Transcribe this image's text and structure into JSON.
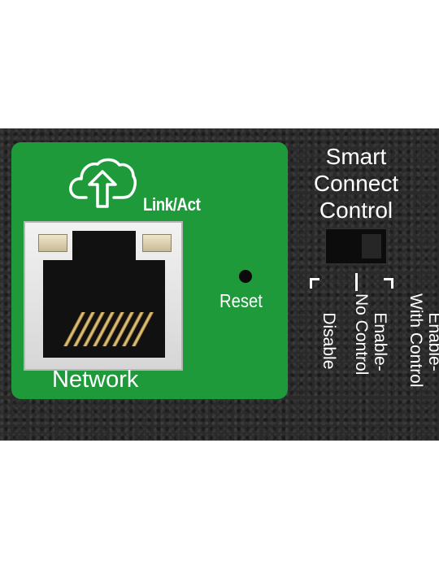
{
  "panel": {
    "network_port": {
      "label": "Network",
      "led_label": "Link/Act",
      "icon": "cloud-upload-icon"
    },
    "reset": {
      "label": "Reset"
    },
    "smart_connect": {
      "title_line1": "Smart",
      "title_line2": "Connect",
      "title_line3": "Control",
      "positions": [
        {
          "label": "Disable"
        },
        {
          "label_line1": "Enable-",
          "label_line2": "No Control"
        },
        {
          "label_line1": "Enable-",
          "label_line2": "With Control"
        }
      ],
      "selected_position": "Enable- With Control"
    },
    "colors": {
      "panel_green": "#1e9a3b",
      "panel_background": "#2a2a2a",
      "text": "#ffffff"
    }
  }
}
